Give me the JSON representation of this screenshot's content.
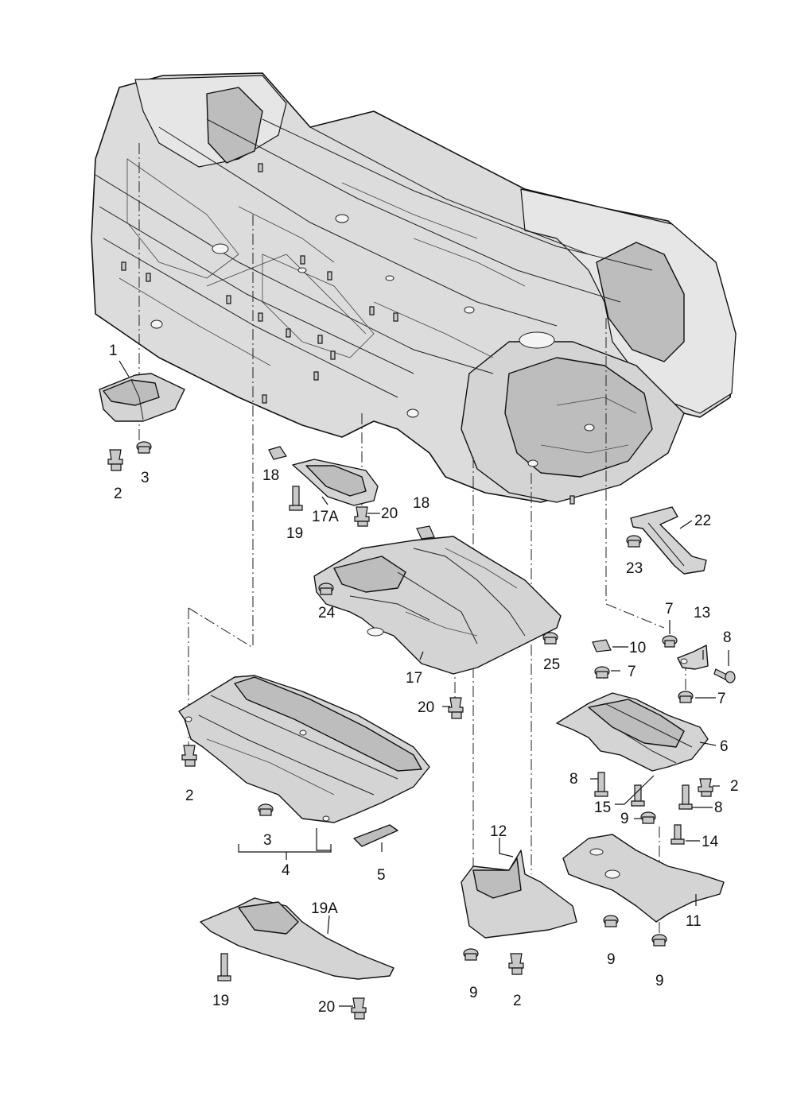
{
  "labels": {
    "l1": "1",
    "l2a": "2",
    "l3a": "3",
    "l18a": "18",
    "l17A": "17A",
    "l19a": "19",
    "l20a": "20",
    "l18b": "18",
    "l22": "22",
    "l23": "23",
    "l24": "24",
    "l17": "17",
    "l25": "25",
    "l20b": "20",
    "l7a": "7",
    "l13": "13",
    "l8a": "8",
    "l10": "10",
    "l7b": "7",
    "l7c": "7",
    "l6": "6",
    "l8b": "8",
    "l2b": "2",
    "l15": "15",
    "l8c": "8",
    "l9a": "9",
    "l14": "14",
    "l2c": "2",
    "l3b": "3",
    "l4": "4",
    "l5": "5",
    "l12": "12",
    "l11": "11",
    "l19A": "19A",
    "l19b": "19",
    "l20c": "20",
    "l9b": "9",
    "l2d": "2",
    "l9c": "9",
    "l9d": "9"
  }
}
